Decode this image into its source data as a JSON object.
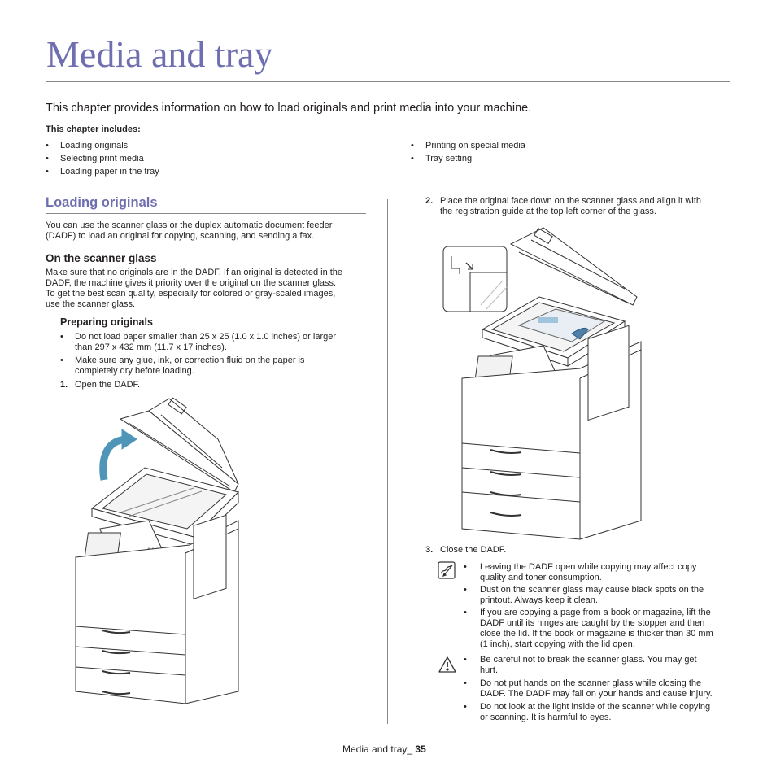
{
  "page": {
    "title": "Media and tray",
    "intro": "This chapter provides information on how to load originals and print media into your machine.",
    "includes_label": "This chapter includes:",
    "includes_left": [
      "Loading originals",
      "Selecting print media",
      "Loading paper in the tray"
    ],
    "includes_right": [
      "Printing on special media",
      "Tray setting"
    ],
    "bullet": "•"
  },
  "left": {
    "heading": "Loading originals",
    "para1": [
      "You can use the scanner glass or the duplex automatic document feeder",
      "(DADF) to load an original for copying, scanning, and sending a fax."
    ],
    "sub_heading": "On the scanner glass",
    "para2": [
      "Make sure that no originals are in the DADF. If an original is detected in the",
      "DADF, the machine gives it priority over the original on the scanner glass.",
      "To get the best scan quality, especially for colored or gray-scaled images,",
      "use the scanner glass."
    ],
    "prep_heading": "Preparing originals",
    "prep_items": [
      [
        "Do not load paper smaller than 25 x 25 (1.0 x 1.0 inches) or larger",
        "than 297 x 432 mm (11.7 x 17 inches)."
      ],
      [
        "Make sure any glue, ink, or correction fluid on the paper is",
        "completely dry before loading."
      ]
    ],
    "step1_num": "1.",
    "step1_text": "Open the DADF."
  },
  "right": {
    "step2_num": "2.",
    "step2_text": [
      "Place the original face down on the scanner glass and align it with",
      "the registration guide at the top left corner of the glass."
    ],
    "step3_num": "3.",
    "step3_text": "Close the DADF.",
    "note_items": [
      [
        "Leaving the DADF open while copying may affect copy",
        "quality and toner consumption."
      ],
      [
        "Dust on the scanner glass may cause black spots on the",
        "printout. Always keep it clean."
      ],
      [
        "If you are copying a page from a book or magazine, lift the",
        "DADF until its hinges are caught by the stopper and then",
        "close the lid. If the book or magazine is thicker than 30 mm",
        "(1 inch), start copying with the lid open."
      ]
    ],
    "caution_items": [
      [
        "Be careful not to break the scanner glass. You may get",
        "hurt."
      ],
      [
        "Do not put hands on the scanner glass while closing the",
        "DADF. The DADF may fall on your hands and cause injury."
      ],
      [
        "Do not look at the light inside of the scanner while copying",
        "or scanning. It is harmful to eyes."
      ]
    ],
    "note_icon": "note-pencil-icon",
    "caution_icon": "warning-triangle-icon"
  },
  "footer": {
    "label": "Media and tray_",
    "page_number": "35"
  },
  "colors": {
    "heading": "#6e6eb0",
    "text": "#231f20",
    "rule": "#8a8a8a",
    "arrow": "#4e95b8"
  }
}
